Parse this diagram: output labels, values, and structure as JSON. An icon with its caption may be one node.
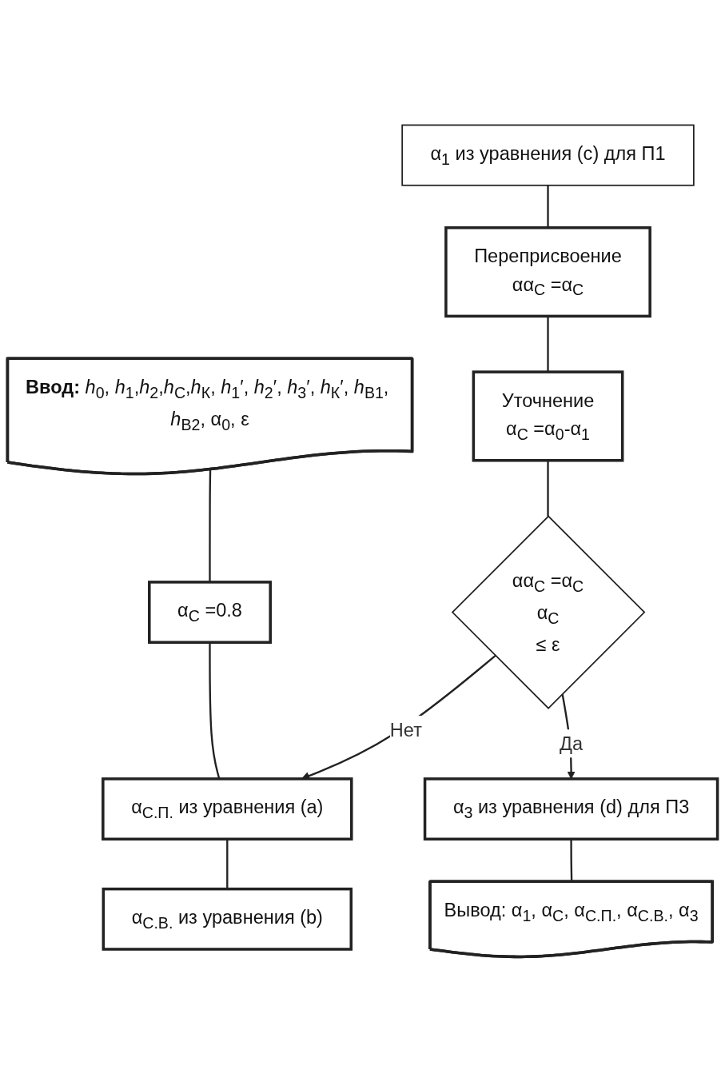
{
  "diagram": {
    "nodes": [
      {
        "text": [
          "**Ввод:** *h*$_{0}$, *h*$_{1}$,*h*$_{2}$,*h*$_{С}$,*h*$_{К}$, *h*$_{1}$′, *h*$_{2}$′, *h*$_{3}$′, *h*$_{К}$′, *h*$_{В1}$, *h*$_{В2}$, α$_{0}$, ε"
        ]
      },
      {
        "text": [
          "α$_{С}$ =0.8"
        ]
      },
      {
        "text": [
          "α$_{С.П.}$ из уравнения (a)"
        ]
      },
      {
        "text": [
          "α$_{С.В.}$ из уравнения (b)"
        ]
      },
      {
        "text": [
          "α$_{1}$ из уравнения (c) для П1"
        ]
      },
      {
        "text": [
          "Переприсвоение",
          "αα$_{С}$ =α$_{С}$"
        ]
      },
      {
        "text": [
          "Уточнение",
          "α$_{С}$ =α$_{0}$-α$_{1}$"
        ]
      },
      {
        "text": [
          "αα$_{С}$ =α$_{С}$",
          "α$_{С}$",
          "≤ ε"
        ]
      },
      {
        "text": [
          "α$_{3}$ из уравнения (d) для П3"
        ]
      },
      {
        "text": [
          "Вывод: α$_{1}$, α$_{С}$, α$_{С.П.}$, α$_{С.В.}$, α$_{3}$"
        ]
      }
    ],
    "edges": [
      {
        "from": 0,
        "to": 1,
        "arrow": "none"
      },
      {
        "from": 1,
        "to": 2,
        "arrow": "none"
      },
      {
        "from": 2,
        "to": 3,
        "arrow": "none"
      },
      {
        "from": 4,
        "to": 5,
        "arrow": "none"
      },
      {
        "from": 5,
        "to": 6,
        "arrow": "none"
      },
      {
        "from": 6,
        "to": 7,
        "arrow": "none"
      },
      {
        "from": 7,
        "to": 2,
        "arrow": "to",
        "label": "Нет"
      },
      {
        "from": 7,
        "to": 8,
        "arrow": "to",
        "label": "Да"
      },
      {
        "from": 8,
        "to": 9,
        "arrow": "none"
      }
    ]
  }
}
